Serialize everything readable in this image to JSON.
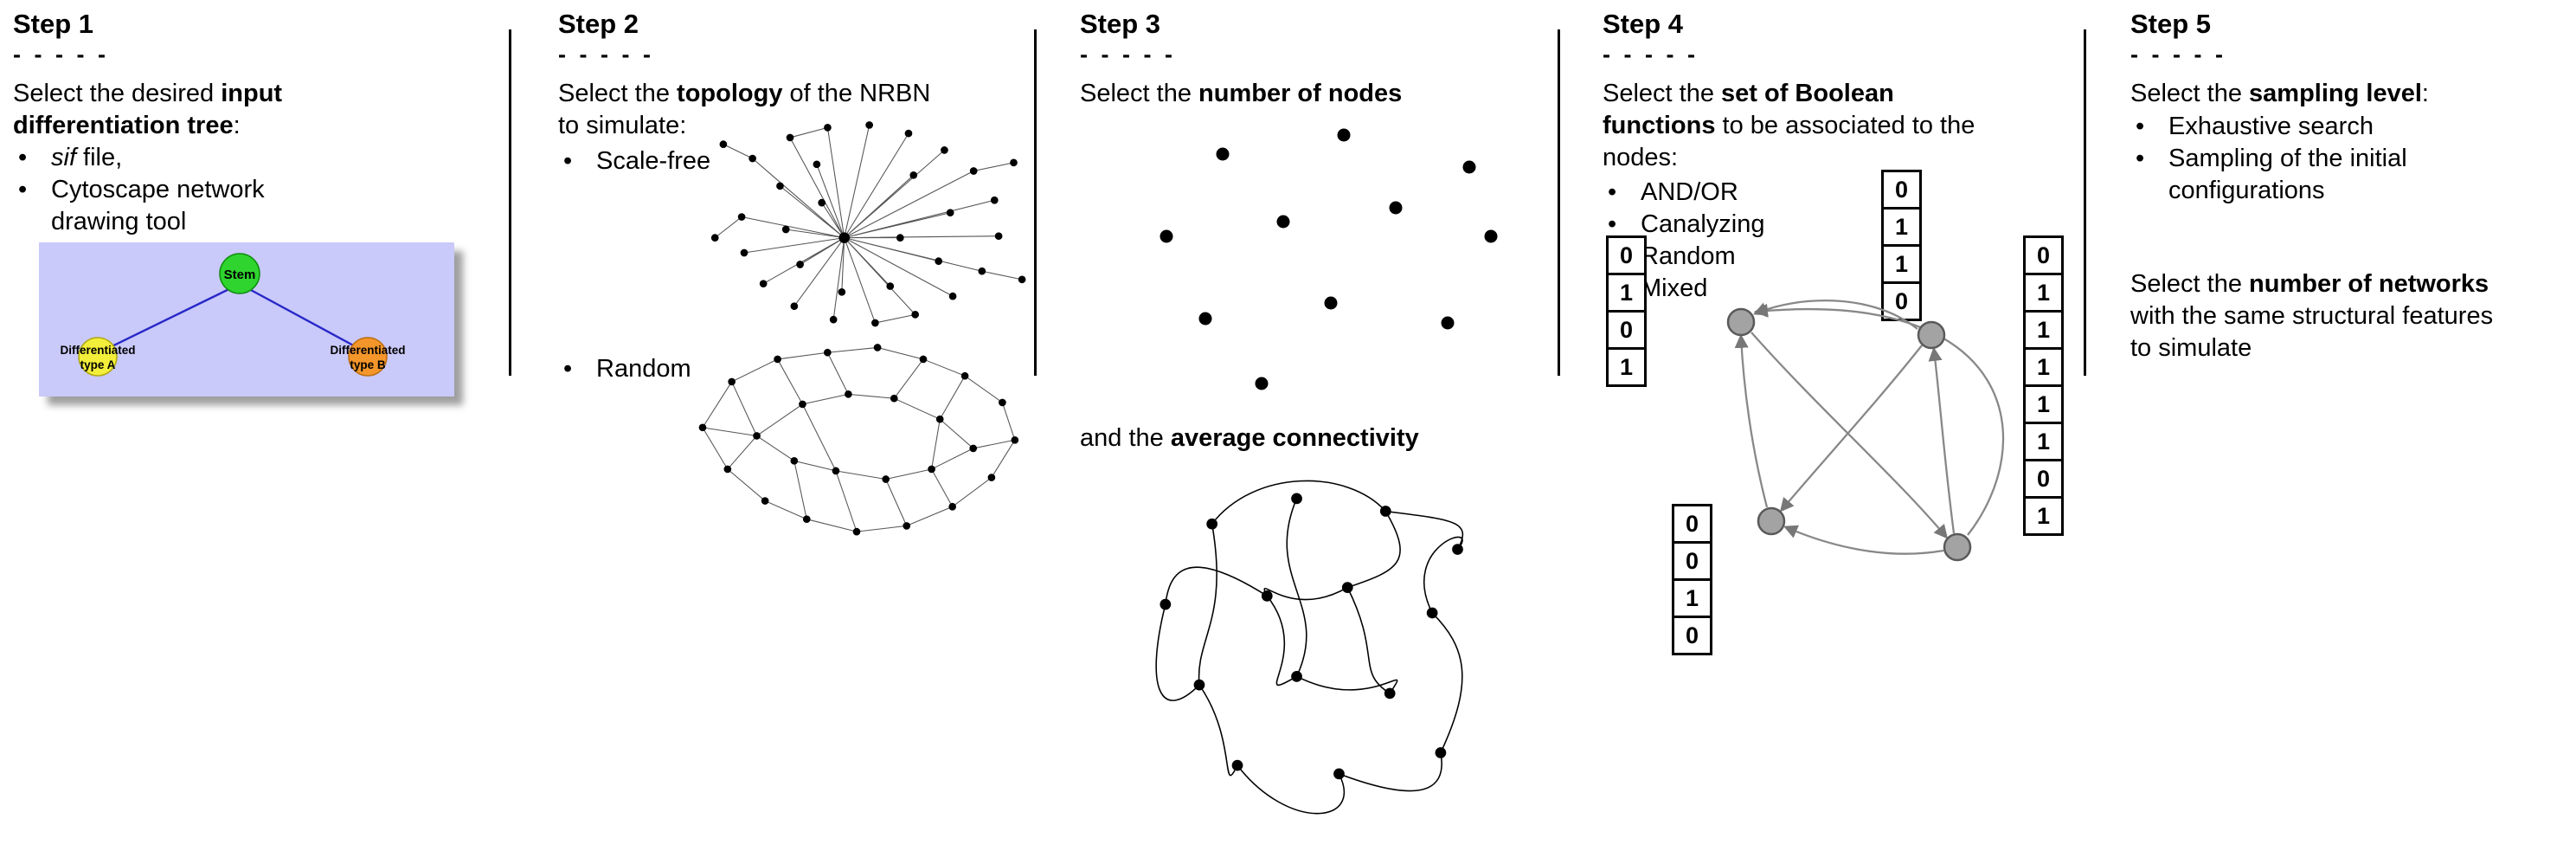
{
  "bullet_char": "•",
  "steps": [
    {
      "title": "Step 1",
      "dashes": "- - - - -",
      "intro": {
        "pre": "Select the desired ",
        "bold": "input differentiation tree",
        "post": ":"
      },
      "bullets": [
        {
          "italic": "sif",
          "rest": " file,"
        },
        {
          "text": "Cytoscape network drawing tool"
        }
      ],
      "tree": {
        "root": "Stem",
        "left_label_1": "Differentiated",
        "left_label_2": "type A",
        "right_label_1": "Differentiated",
        "right_label_2": "type B",
        "colors": {
          "background": "#c9c9fa",
          "root": "#2fd42f",
          "left": "#f2ee3a",
          "right": "#f5962b",
          "edge": "#2828c8"
        }
      }
    },
    {
      "title": "Step 2",
      "dashes": "- - - - -",
      "intro": {
        "pre": "Select the ",
        "bold": "topology",
        "post": " of the NRBN to simulate:"
      },
      "bullets": [
        {
          "text": "Scale-free"
        },
        {
          "text": "Random"
        }
      ]
    },
    {
      "title": "Step 3",
      "dashes": "- - - - -",
      "intro": {
        "pre": "Select the ",
        "bold": "number of nodes",
        "post": ""
      },
      "second": {
        "pre": "and the ",
        "bold": "average connectivity",
        "post": ""
      }
    },
    {
      "title": "Step 4",
      "dashes": "- - - - -",
      "intro": {
        "pre": "Select the ",
        "bold": "set of Boolean functions",
        "post": " to be associated to the nodes:"
      },
      "bullets": [
        {
          "text": "AND/OR"
        },
        {
          "text": "Canalyzing"
        },
        {
          "text": "Random"
        },
        {
          "text": "Mixed"
        }
      ],
      "tables": {
        "top": [
          "0",
          "1",
          "1",
          "0"
        ],
        "left": [
          "0",
          "1",
          "0",
          "1"
        ],
        "bottom_left": [
          "0",
          "0",
          "1",
          "0"
        ],
        "right": [
          "0",
          "1",
          "1",
          "1",
          "1",
          "1",
          "0",
          "1"
        ]
      }
    },
    {
      "title": "Step 5",
      "dashes": "- - - - -",
      "intro": {
        "pre": "Select the ",
        "bold": "sampling level",
        "post": ":"
      },
      "bullets": [
        {
          "text": "Exhaustive search"
        },
        {
          "text": "Sampling of the initial configurations"
        }
      ],
      "second": {
        "pre": "Select the ",
        "bold": "number of networks",
        "post": " with the same structural features to simulate"
      }
    }
  ]
}
